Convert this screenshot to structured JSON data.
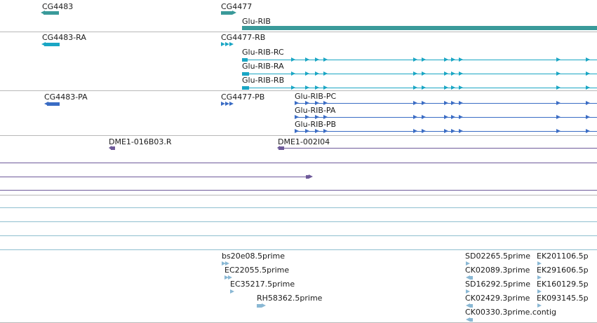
{
  "colors": {
    "gene": "#3a9a9a",
    "transcript": "#1aa6c4",
    "protein": "#3a6cc4",
    "clone": "#6e5a9a",
    "est": "#8ab8d4",
    "separator": "#b8b8b8"
  },
  "tracks": {
    "genes": {
      "g1": "CG4483",
      "g2": "CG4477",
      "g3": "Glu-RIB"
    },
    "transcripts": {
      "t1": "CG4483-RA",
      "t2": "CG4477-RB",
      "t3": "Glu-RIB-RC",
      "t4": "Glu-RIB-RA",
      "t5": "Glu-RIB-RB"
    },
    "proteins": {
      "p1": "CG4483-PA",
      "p2": "CG4477-PB",
      "p3": "Glu-RIB-PC",
      "p4": "Glu-RIB-PA",
      "p5": "Glu-RIB-PB"
    },
    "clones": {
      "c1": "DME1-016B03.R",
      "c2": "DME1-002I04"
    },
    "ests": {
      "e1": "bs20e08.5prime",
      "e2": "EC22055.5prime",
      "e3": "EC35217.5prime",
      "e4": "RH58362.5prime",
      "e5": "SD02265.5prime",
      "e6": "EK201106.5p",
      "e7": "CK02089.3prime",
      "e8": "EK291606.5p",
      "e9": "SD16292.5prime",
      "e10": "EK160129.5p",
      "e11": "CK02429.3prime",
      "e12": "EK093145.5p",
      "e13": "CK00330.3prime.contig"
    }
  }
}
